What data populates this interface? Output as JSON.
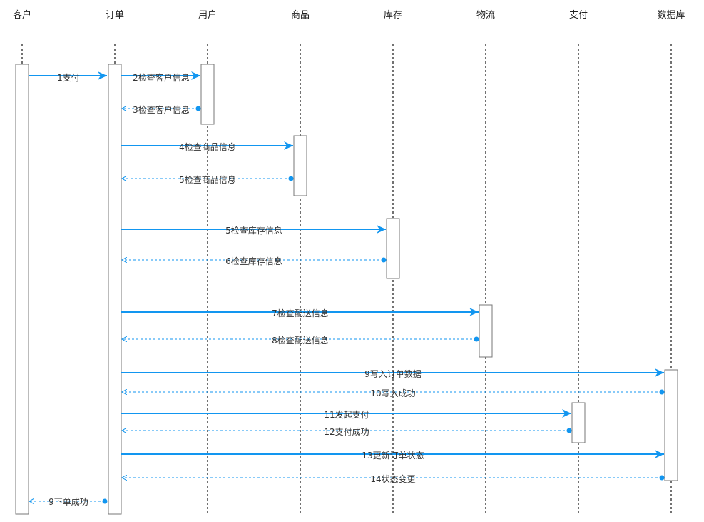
{
  "participants": [
    {
      "id": "customer",
      "label": "客户"
    },
    {
      "id": "order",
      "label": "订单"
    },
    {
      "id": "user",
      "label": "用户"
    },
    {
      "id": "product",
      "label": "商品"
    },
    {
      "id": "inventory",
      "label": "库存"
    },
    {
      "id": "logistics",
      "label": "物流"
    },
    {
      "id": "payment",
      "label": "支付"
    },
    {
      "id": "database",
      "label": "数据库"
    }
  ],
  "messages": [
    {
      "from": "customer",
      "to": "order",
      "label": "1支付",
      "kind": "call"
    },
    {
      "from": "order",
      "to": "user",
      "label": "2检查客户信息",
      "kind": "call"
    },
    {
      "from": "user",
      "to": "order",
      "label": "3检查客户信息",
      "kind": "return"
    },
    {
      "from": "order",
      "to": "product",
      "label": "4检查商品信息",
      "kind": "call"
    },
    {
      "from": "product",
      "to": "order",
      "label": "5检查商品信息",
      "kind": "return"
    },
    {
      "from": "order",
      "to": "inventory",
      "label": "5检查库存信息",
      "kind": "call"
    },
    {
      "from": "inventory",
      "to": "order",
      "label": "6检查库存信息",
      "kind": "return"
    },
    {
      "from": "order",
      "to": "logistics",
      "label": "7检查配送信息",
      "kind": "call"
    },
    {
      "from": "logistics",
      "to": "order",
      "label": "8检查配送信息",
      "kind": "return"
    },
    {
      "from": "order",
      "to": "database",
      "label": "9写入订单数据",
      "kind": "call"
    },
    {
      "from": "database",
      "to": "order",
      "label": "10写入成功",
      "kind": "return"
    },
    {
      "from": "order",
      "to": "payment",
      "label": "11发起支付",
      "kind": "call"
    },
    {
      "from": "payment",
      "to": "order",
      "label": "12支付成功",
      "kind": "return"
    },
    {
      "from": "order",
      "to": "database",
      "label": "13更新订单状态",
      "kind": "call"
    },
    {
      "from": "database",
      "to": "order",
      "label": "14状态变更",
      "kind": "return"
    },
    {
      "from": "order",
      "to": "customer",
      "label": "9下单成功",
      "kind": "return"
    }
  ],
  "colors": {
    "arrow": "#1296f0",
    "lifeline": "#444444",
    "activation_border": "#777777"
  }
}
